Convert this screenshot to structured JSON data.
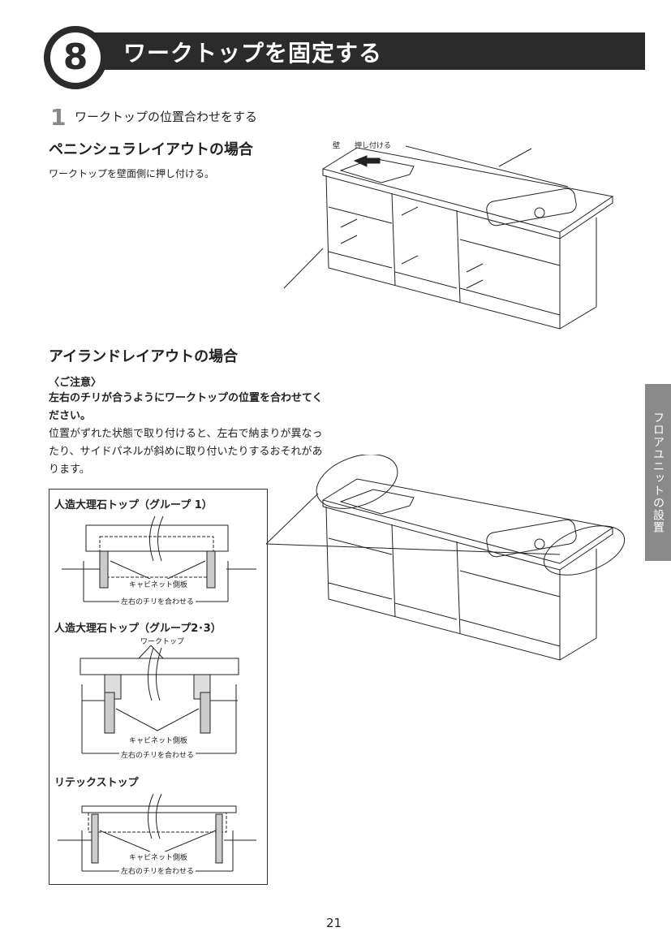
{
  "header": {
    "number": "8",
    "title": "ワークトップを固定する"
  },
  "step": {
    "number": "1",
    "text": "ワークトップの位置合わせをする"
  },
  "peninsula": {
    "heading": "ペニンシュラレイアウトの場合",
    "body": "ワークトップを壁面側に押し付ける。",
    "label_wall": "壁",
    "label_push": "押し付ける"
  },
  "island": {
    "heading": "アイランドレイアウトの場合",
    "note_heading": "〈ご注意〉",
    "note_bold": "左右のチリが合うようにワークトップの位置を合わせてください。",
    "note_body": "位置がずれた状態で取り付けると、左右で納まりが異なったり、サイドパネルが斜めに取り付いたりするおそれがあります。"
  },
  "details": [
    {
      "title": "人造大理石トップ（グループ 1）",
      "side_label": "キャビネット側板",
      "align_label": "左右のチリを合わせる"
    },
    {
      "title": "人造大理石トップ（グループ2･3）",
      "top_label": "ワークトップ",
      "side_label": "キャビネット側板",
      "align_label": "左右のチリを合わせる"
    },
    {
      "title": "リテックストップ",
      "side_label": "キャビネット側板",
      "align_label": "左右のチリを合わせる"
    }
  ],
  "side_tab": "フロアユニットの設置",
  "page_number": "21"
}
